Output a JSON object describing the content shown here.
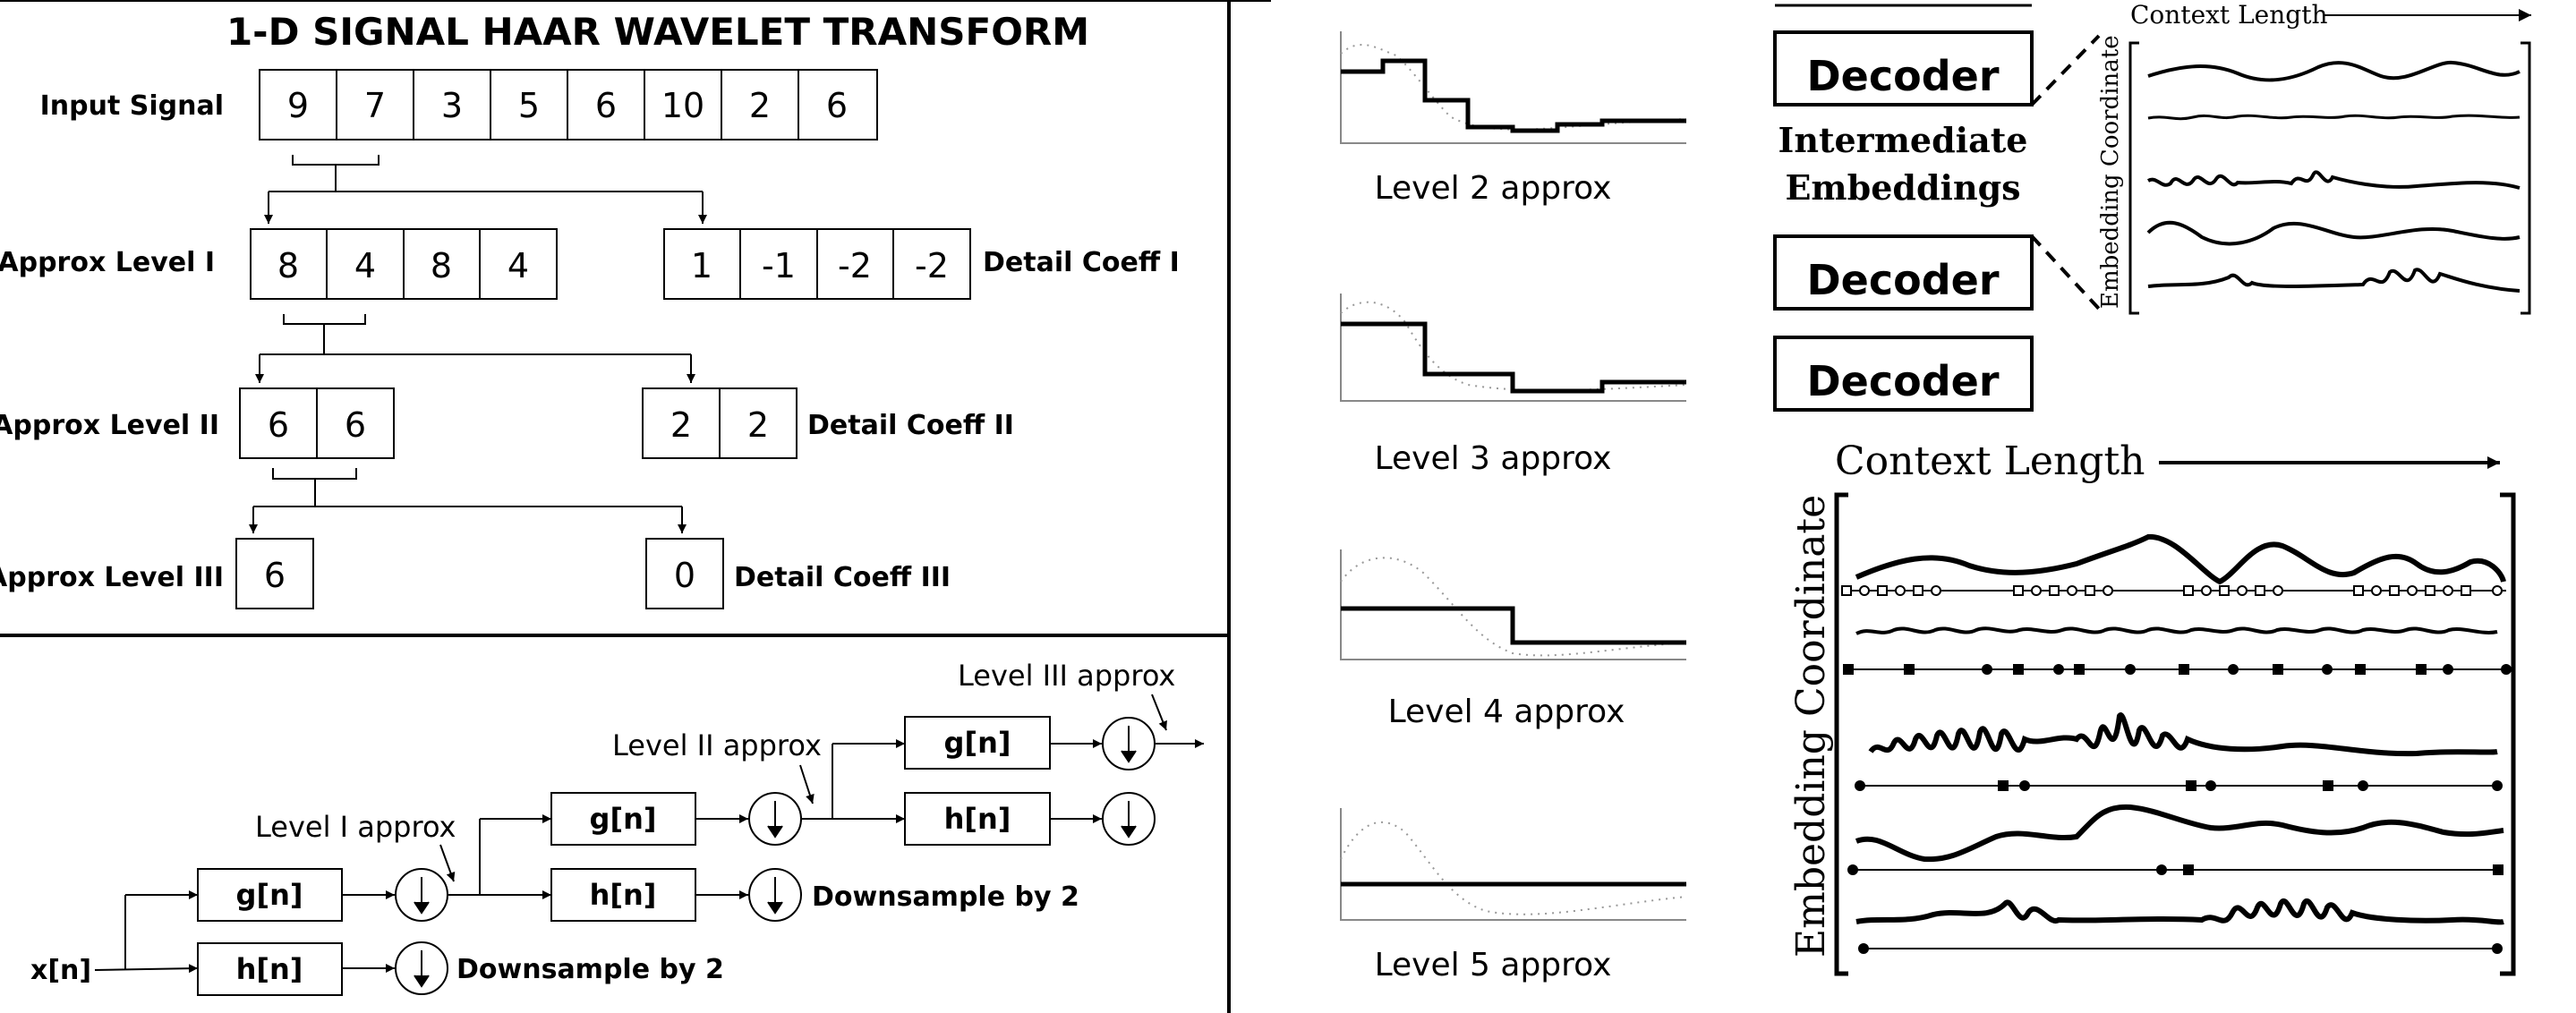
{
  "wavelet": {
    "title": "1-D SIGNAL HAAR WAVELET TRANSFORM",
    "input_label": "Input Signal",
    "input_cells": [
      "9",
      "7",
      "3",
      "5",
      "6",
      "10",
      "2",
      "6"
    ],
    "approx1_label": "Approx Level I",
    "approx1_cells": [
      "8",
      "4",
      "8",
      "4"
    ],
    "detail1_label": "Detail Coeff I",
    "detail1_cells": [
      "1",
      "-1",
      "-2",
      "-2"
    ],
    "approx2_label": "Approx Level II",
    "approx2_cells": [
      "6",
      "6"
    ],
    "detail2_label": "Detail Coeff II",
    "detail2_cells": [
      "2",
      "2"
    ],
    "approx3_label": "Approx Level III",
    "approx3_cells": [
      "6"
    ],
    "detail3_label": "Detail Coeff III",
    "detail3_cells": [
      "0"
    ]
  },
  "filterbank": {
    "input": "x[n]",
    "g": "g[n]",
    "h": "h[n]",
    "downsample_label": "Downsample by 2",
    "level1_label": "Level I approx",
    "level2_label": "Level II approx",
    "level3_label": "Level III approx"
  },
  "approx_levels": {
    "captions": [
      "Level 2 approx",
      "Level 3 approx",
      "Level 4 approx",
      "Level 5 approx"
    ]
  },
  "embeddings": {
    "decoder_label": "Decoder",
    "intermediate_label_1": "Intermediate",
    "intermediate_label_2": "Embeddings",
    "context_length": "Context Length",
    "embedding_coordinate": "Embedding Coordinate"
  }
}
